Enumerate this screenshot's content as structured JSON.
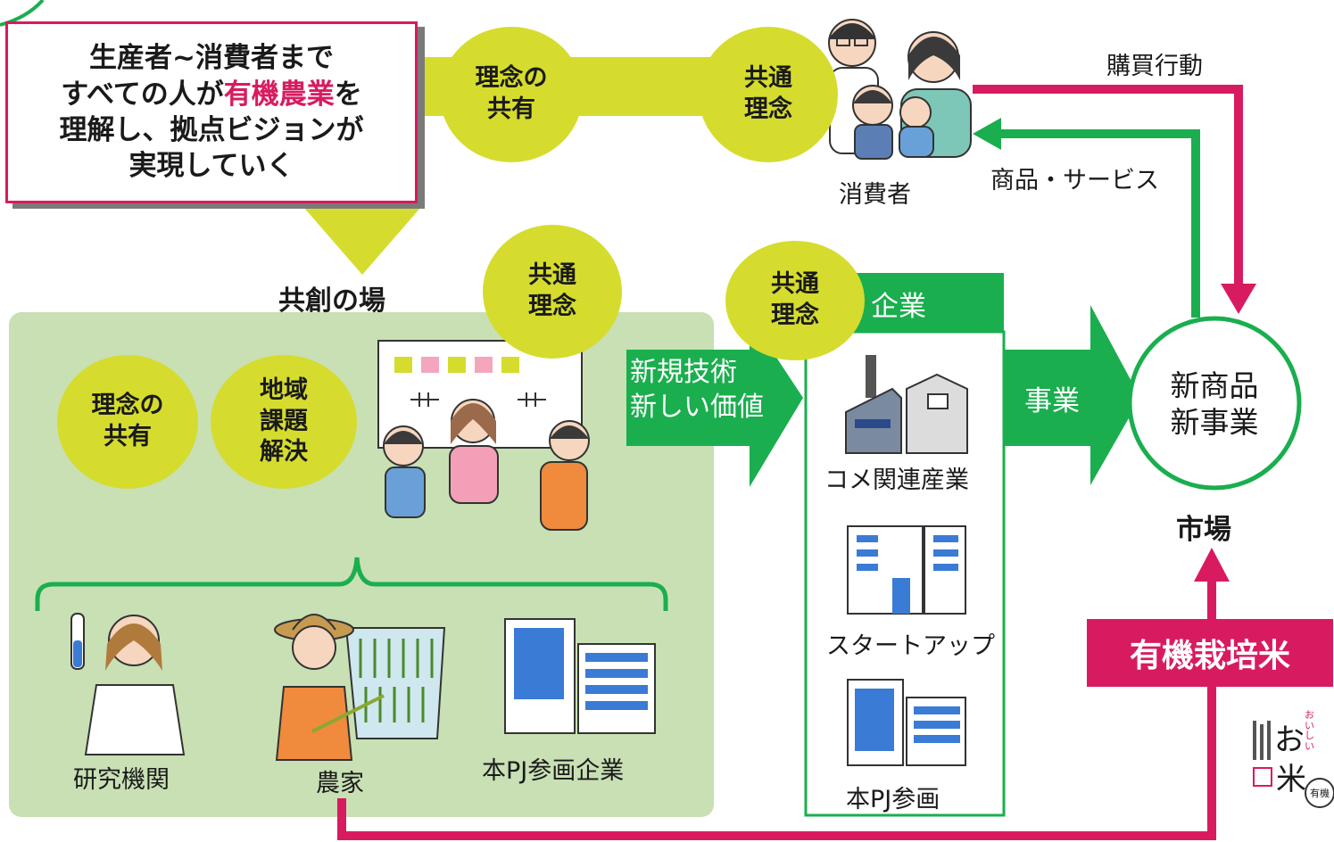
{
  "colors": {
    "lime": "#d5dc2e",
    "green": "#1aae4e",
    "magenta": "#d81b60",
    "panel": "#c8e0b4"
  },
  "vision_box": {
    "line1": "生産者~消費者まで",
    "line2_pre": "すべての人が",
    "line2_highlight": "有機農業",
    "line2_post": "を",
    "line3": "理解し、拠点ビジョンが",
    "line4": "実現していく"
  },
  "top_band": {
    "circle_share": "理念の\n共有",
    "circle_common": "共通\n理念"
  },
  "consumer": {
    "label": "消費者",
    "buy_action": "購買行動",
    "goods_services": "商品・サービス"
  },
  "cocreation": {
    "title": "共創の場",
    "circle_share": "理念の\n共有",
    "circle_issue": "地域\n課題\n解決",
    "circle_common": "共通\n理念",
    "actors": [
      "研究機関",
      "農家",
      "本PJ参画企業"
    ]
  },
  "flow_tech": {
    "line1": "新規技術",
    "line2": "新しい価値"
  },
  "companies": {
    "circle_common": "共通\n理念",
    "header": "企業",
    "items": [
      "コメ関連産業",
      "スタートアップ",
      "本PJ参画"
    ]
  },
  "business_arrow": "事業",
  "market": {
    "circle_line1": "新商品",
    "circle_line2": "新事業",
    "label": "市場"
  },
  "organic_rice": "有機栽培米",
  "logo": {
    "small": "おいしい",
    "big1": "お",
    "big2": "米",
    "badge": "有機"
  }
}
